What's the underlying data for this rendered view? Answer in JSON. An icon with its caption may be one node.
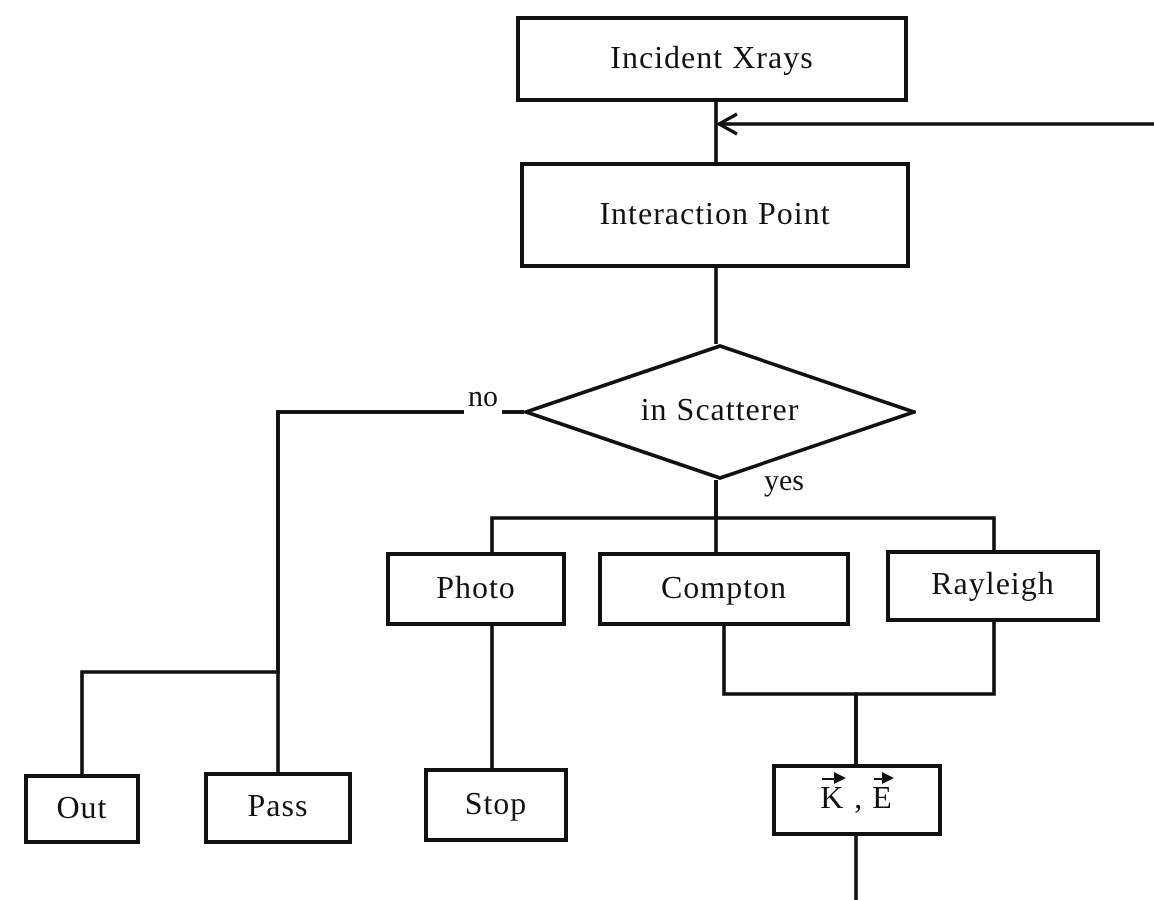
{
  "diagram": {
    "nodes": [
      {
        "text": [
          "Incident Xrays"
        ]
      },
      {
        "text": [
          "Interaction Point"
        ]
      },
      {
        "text": [
          "in Scatterer"
        ]
      },
      {
        "text": [
          "Photo"
        ]
      },
      {
        "text": [
          "Compton"
        ]
      },
      {
        "text": [
          "Rayleigh"
        ]
      },
      {
        "text": [
          "Out"
        ]
      },
      {
        "text": [
          "Pass"
        ]
      },
      {
        "text": [
          "Stop"
        ]
      },
      {
        "text": [
          "K⃗ , E⃗"
        ]
      }
    ],
    "edges": [
      {
        "from": 0,
        "to": 1,
        "arrow": "none"
      },
      {
        "from": null,
        "to": 1,
        "arrow": "to"
      },
      {
        "from": 1,
        "to": 2,
        "arrow": "none"
      },
      {
        "from": 2,
        "to": 6,
        "arrow": "none"
      },
      {
        "from": 2,
        "to": 7,
        "label": "no",
        "arrow": "none"
      },
      {
        "from": 2,
        "to": 3,
        "arrow": "none"
      },
      {
        "from": 2,
        "to": 4,
        "label": "yes",
        "arrow": "none"
      },
      {
        "from": 2,
        "to": 5,
        "arrow": "none"
      },
      {
        "from": 3,
        "to": 8,
        "arrow": "none"
      },
      {
        "from": 4,
        "to": 9,
        "arrow": "none"
      },
      {
        "from": 5,
        "to": 9,
        "arrow": "none"
      },
      {
        "from": 9,
        "to": null,
        "arrow": "none"
      }
    ]
  }
}
